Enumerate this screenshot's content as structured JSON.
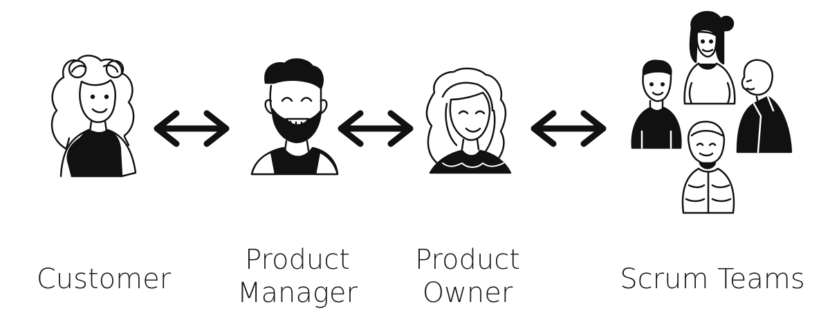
{
  "roles": {
    "customer": {
      "label": "Customer",
      "icon": "customer-avatar-icon"
    },
    "product_manager": {
      "line1": "Product",
      "line2": "Manager",
      "icon": "product-manager-avatar-icon"
    },
    "product_owner": {
      "line1": "Product",
      "line2": "Owner",
      "icon": "product-owner-avatar-icon"
    },
    "scrum_teams": {
      "label": "Scrum Teams",
      "icon": "scrum-team-group-icon"
    }
  },
  "connectors": [
    {
      "from": "customer",
      "to": "product_manager",
      "icon": "double-arrow-icon"
    },
    {
      "from": "product_manager",
      "to": "product_owner",
      "icon": "double-arrow-icon"
    },
    {
      "from": "product_owner",
      "to": "scrum_teams",
      "icon": "double-arrow-icon"
    }
  ],
  "colors": {
    "ink": "#111111",
    "background": "#ffffff"
  }
}
